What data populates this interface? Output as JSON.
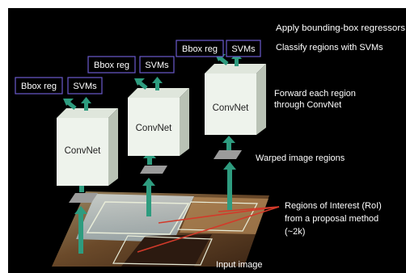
{
  "labels": {
    "apply_regressor": "Apply bounding-box regressors",
    "classify_regions": "Classify regions with SVMs",
    "forward_line1": "Forward each region",
    "forward_line2": "through ConvNet",
    "warped_regions": "Warped image regions",
    "roi_line1": "Regions of Interest (RoI)",
    "roi_line2": "from a proposal method",
    "roi_line3": "(~2k)",
    "input_image": "Input image"
  },
  "towers": [
    {
      "bbox_label": "Bbox reg",
      "svm_label": "SVMs",
      "convnet_label": "ConvNet"
    },
    {
      "bbox_label": "Bbox reg",
      "svm_label": "SVMs",
      "convnet_label": "ConvNet"
    },
    {
      "bbox_label": "Bbox reg",
      "svm_label": "SVMs",
      "convnet_label": "ConvNet"
    }
  ],
  "colors": {
    "background": "#000000",
    "arrow": "#2e9c7f",
    "label_box_border": "#6a5acd",
    "cube_front": "#eef3ec",
    "cube_side": "#b9c2b5",
    "cube_top": "#dfe6dc",
    "roi_arrow": "#d23a2a"
  }
}
